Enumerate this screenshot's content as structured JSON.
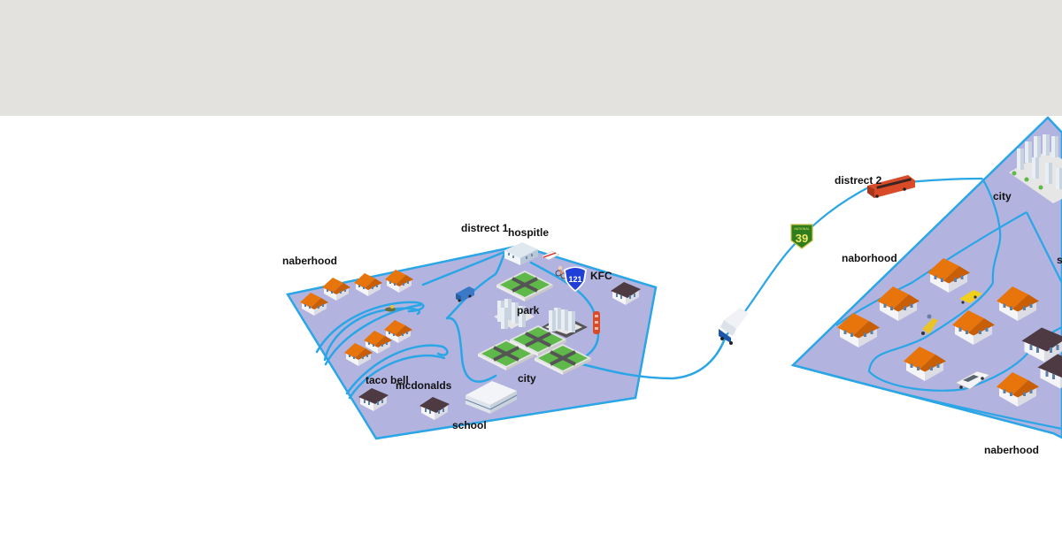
{
  "colors": {
    "toolbar_bg": "#e3e2df",
    "region_fill": "#b3b3e0",
    "route_stroke": "#2aa6e6",
    "roof_orange": "#e8740c",
    "roof_dark": "#4d3a42",
    "highway_badge": "#1f3fd6",
    "national_badge": "#2e7d1e",
    "bus_red": "#d94a28"
  },
  "map": {
    "district1": {
      "name": "distrect 1",
      "labels": {
        "hospital": "hospitle",
        "kfc": "KFC",
        "park": "park",
        "city": "city",
        "neighborhood": "naberhood",
        "taco_bell": "taco bell",
        "mcdonalds": "mcdonalds",
        "school": "school"
      },
      "route_badge": "121"
    },
    "district2": {
      "name": "distrect 2",
      "labels": {
        "city": "city",
        "neighborhood_top": "naborhood",
        "neighborhood_bottom": "naberhood",
        "partial_label": "s"
      }
    },
    "national_badge": {
      "top_text": "NATIONAL",
      "number": "39"
    },
    "vehicles": [
      "van",
      "truck",
      "bus",
      "ambulance",
      "cyclist",
      "scooter",
      "taxi",
      "sedan",
      "tram",
      "motorbike"
    ]
  }
}
